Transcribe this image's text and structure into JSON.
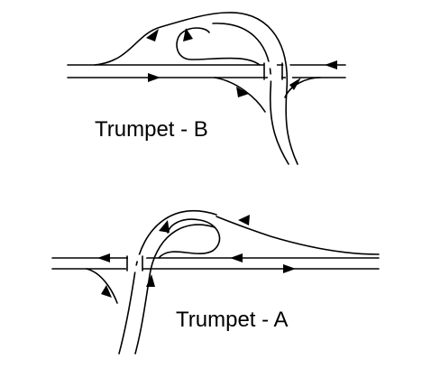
{
  "diagrams": [
    {
      "id": "trumpet-b",
      "label": "Trumpet - B"
    },
    {
      "id": "trumpet-a",
      "label": "Trumpet - A"
    }
  ]
}
